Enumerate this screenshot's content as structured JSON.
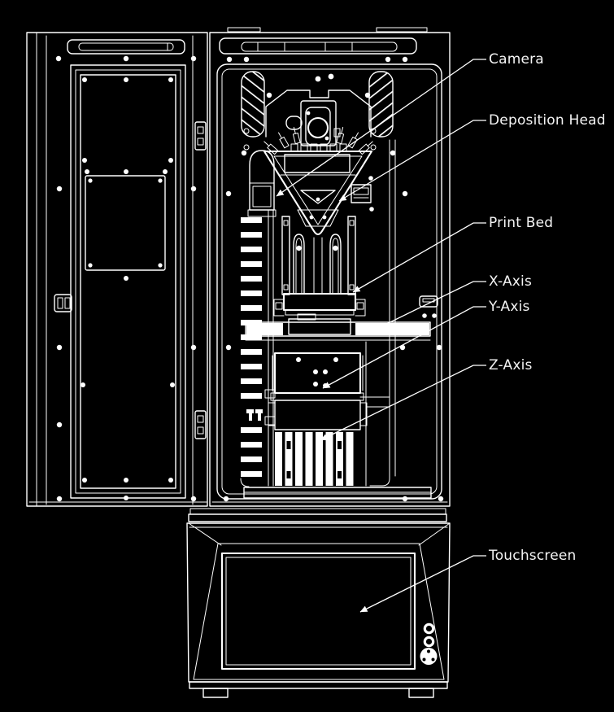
{
  "diagram": {
    "background_color": "#000000",
    "line_color": "#ffffff",
    "labels": [
      {
        "id": "camera",
        "text": "Camera"
      },
      {
        "id": "deposition-head",
        "text": "Deposition Head"
      },
      {
        "id": "print-bed",
        "text": "Print Bed"
      },
      {
        "id": "x-axis",
        "text": "X-Axis"
      },
      {
        "id": "y-axis",
        "text": "Y-Axis"
      },
      {
        "id": "z-axis",
        "text": "Z-Axis"
      },
      {
        "id": "touchscreen",
        "text": "Touchscreen"
      }
    ]
  }
}
